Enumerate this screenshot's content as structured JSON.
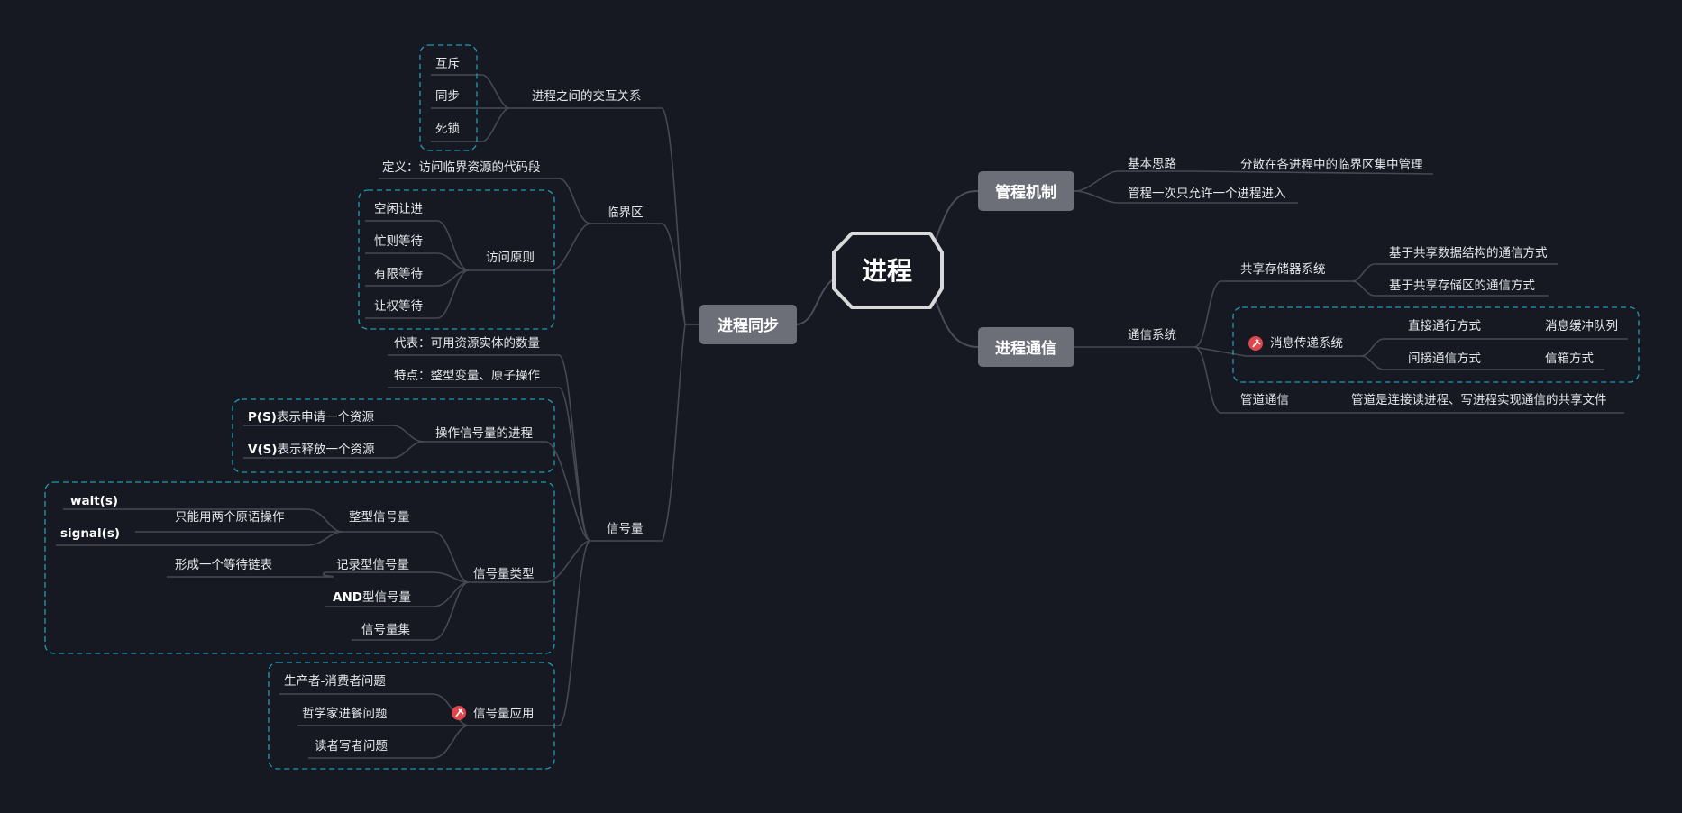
{
  "central": {
    "label": "进程"
  },
  "branches": {
    "guanli": {
      "label": "管程机制",
      "jiben": "基本思路",
      "jiben_detail": "分散在各进程中的临界区集中管理",
      "yici": "管程一次只允许一个进程进入"
    },
    "tongxin": {
      "label": "进程通信",
      "system": "通信系统",
      "shared": "共享存储器系统",
      "shared_items": [
        "基于共享数据结构的通信方式",
        "基于共享存储区的通信方式"
      ],
      "message": "消息传递系统",
      "direct": "直接通行方式",
      "direct_detail": "消息缓冲队列",
      "indirect": "间接通信方式",
      "indirect_detail": "信箱方式",
      "pipe": "管道通信",
      "pipe_detail": "管道是连接读进程、写进程实现通信的共享文件"
    },
    "tongbu": {
      "label": "进程同步",
      "interaction": "进程之间的交互关系",
      "interaction_items": [
        "互斥",
        "同步",
        "死锁"
      ],
      "critical": "临界区",
      "definition": "定义：访问临界资源的代码段",
      "principle": "访问原则",
      "principle_items": [
        "空闲让进",
        "忙则等待",
        "有限等待",
        "让权等待"
      ],
      "semaphore": "信号量",
      "represent": "代表：可用资源实体的数量",
      "feature": "特点：整型变量、原子操作",
      "ops": "操作信号量的进程",
      "p_bold": "P(S)",
      "p_rest": "表示申请一个资源",
      "v_bold": "V(S)",
      "v_rest": "表示释放一个资源",
      "types": "信号量类型",
      "integer": "整型信号量",
      "integer_note": "只能用两个原语操作",
      "wait": "wait(s)",
      "signal": "signal(s)",
      "record": "记录型信号量",
      "record_note": "形成一个等待链表",
      "and_bold": "AND",
      "and_rest": "型信号量",
      "set": "信号量集",
      "apps": "信号量应用",
      "apps_items": [
        "生产者-消费者问题",
        "哲学家进餐问题",
        "读者写者问题"
      ]
    }
  },
  "colors": {
    "background": "#161922",
    "main_topic": "#6c6e78",
    "boundary": "#1f9bb3",
    "marker": "#e0474c"
  },
  "icons": {
    "marker": "pin-icon"
  }
}
